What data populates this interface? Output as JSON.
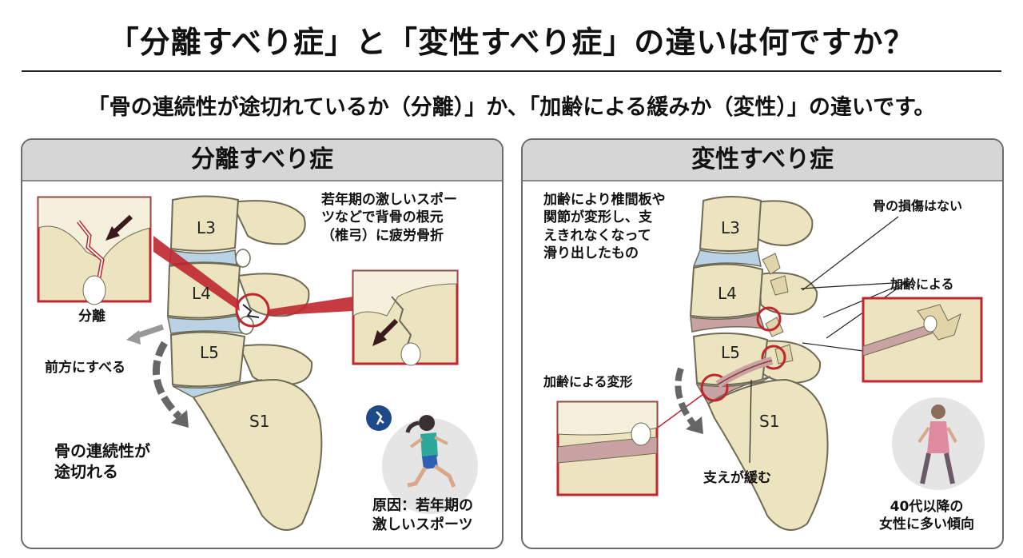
{
  "header": {
    "title": "「分離すべり症」と「変性すべり症」の違いは何ですか？",
    "subtitle": "「骨の連続性が途切れているか（分離）」か、「加齢による緩みか（変性）」の違いです。"
  },
  "left_panel": {
    "heading": "分離すべり症",
    "vertebra_labels": [
      "L3",
      "L4",
      "L5",
      "S1"
    ],
    "cause_text_line1": "若年期の激しいスポー",
    "cause_text_line2": "ツなどで背骨の根元",
    "cause_text_line3": "（椎弓）に疲労骨折",
    "separation_label": "分離",
    "slip_forward_label": "前方にすべる",
    "continuity_line1": "骨の連続性が",
    "continuity_line2": "途切れる",
    "reason_line1": "原因：若年期の",
    "reason_line2": "激しいスポーツ",
    "runner_icon": "runner-icon"
  },
  "right_panel": {
    "heading": "変性すべり症",
    "vertebra_labels": [
      "L3",
      "L4",
      "L5",
      "S1"
    ],
    "desc_line1": "加齢により椎間板や",
    "desc_line2": "関節が変形し、支",
    "desc_line3": "えきれなくなって",
    "desc_line4": "滑り出したもの",
    "no_damage_label": "骨の損傷はない",
    "aging_label": "加齢による",
    "deformation_label": "加齢による変形",
    "loosening_label": "支えが緩む",
    "tendency_line1": "40代以降の",
    "tendency_line2": "女性に多い傾向",
    "woman_icon": "walking-woman-icon"
  },
  "colors": {
    "bone": "#ece3bf",
    "bone_outline": "#6e6a55",
    "disc": "#b9d3e4",
    "degenerated_disc": "#c9a3a3",
    "highlight_red": "#c0262d",
    "arrow_gray": "#666666",
    "header_gray": "#d6d6d6",
    "runner_shirt": "#2ea89a",
    "runner_pants": "#2f5fb0",
    "woman_shirt": "#e08aa0"
  }
}
